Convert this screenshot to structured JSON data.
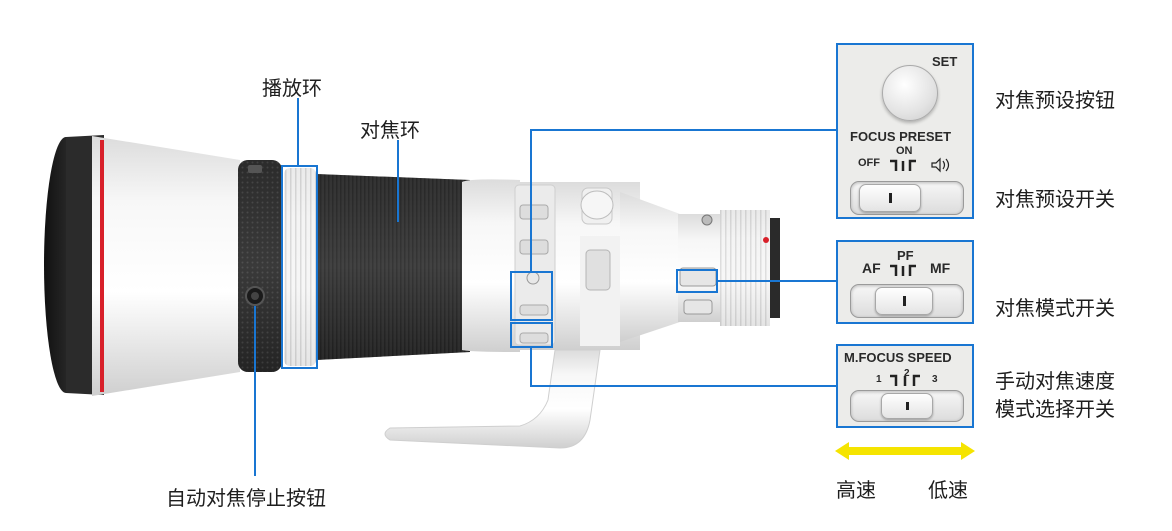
{
  "labels": {
    "zoom_ring": "播放环",
    "focus_ring": "对焦环",
    "af_stop_button": "自动对焦停止按钮",
    "focus_preset_button": "对焦预设按钮",
    "focus_preset_switch": "对焦预设开关",
    "focus_mode_switch": "对焦模式开关",
    "mf_speed_switch_line1": "手动对焦速度",
    "mf_speed_switch_line2": "模式选择开关",
    "speed_high": "高速",
    "speed_low": "低速"
  },
  "panel_preset": {
    "set": "SET",
    "title": "FOCUS PRESET",
    "on": "ON",
    "off": "OFF"
  },
  "panel_mode": {
    "af": "AF",
    "pf": "PF",
    "mf": "MF"
  },
  "panel_speed": {
    "title": "M.FOCUS SPEED",
    "n1": "1",
    "n2": "2",
    "n3": "3"
  },
  "colors": {
    "callout": "#1976d2",
    "arrow": "#f5e400",
    "red_ring": "#d8202a"
  }
}
